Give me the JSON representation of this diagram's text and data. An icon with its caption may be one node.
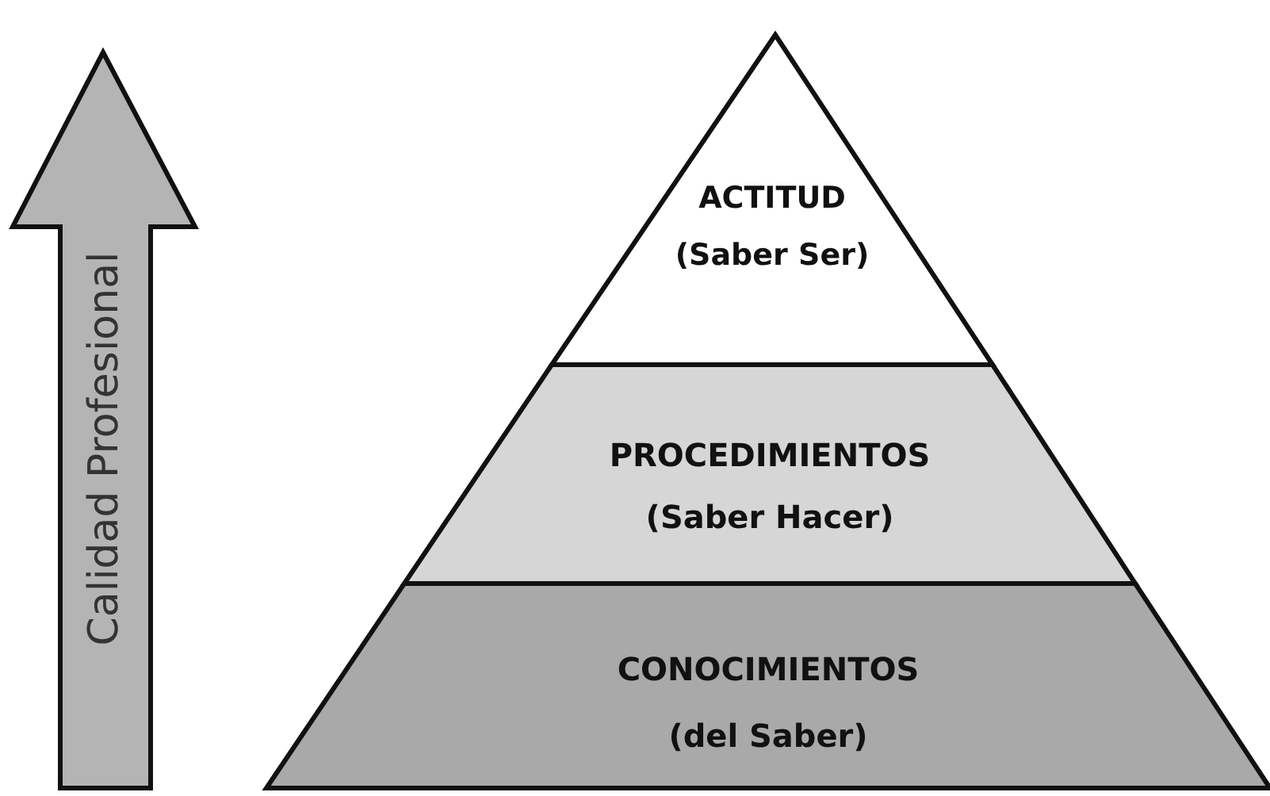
{
  "diagram": {
    "nodes": [
      {
        "text": [
          "Calidad Profesional"
        ]
      },
      {
        "text": [
          "ACTITUD",
          "(Saber Ser)"
        ]
      },
      {
        "text": [
          "PROCEDIMIENTOS",
          "(Saber Hacer)"
        ]
      },
      {
        "text": [
          "CONOCIMIENTOS",
          "(del Saber)"
        ]
      }
    ]
  }
}
